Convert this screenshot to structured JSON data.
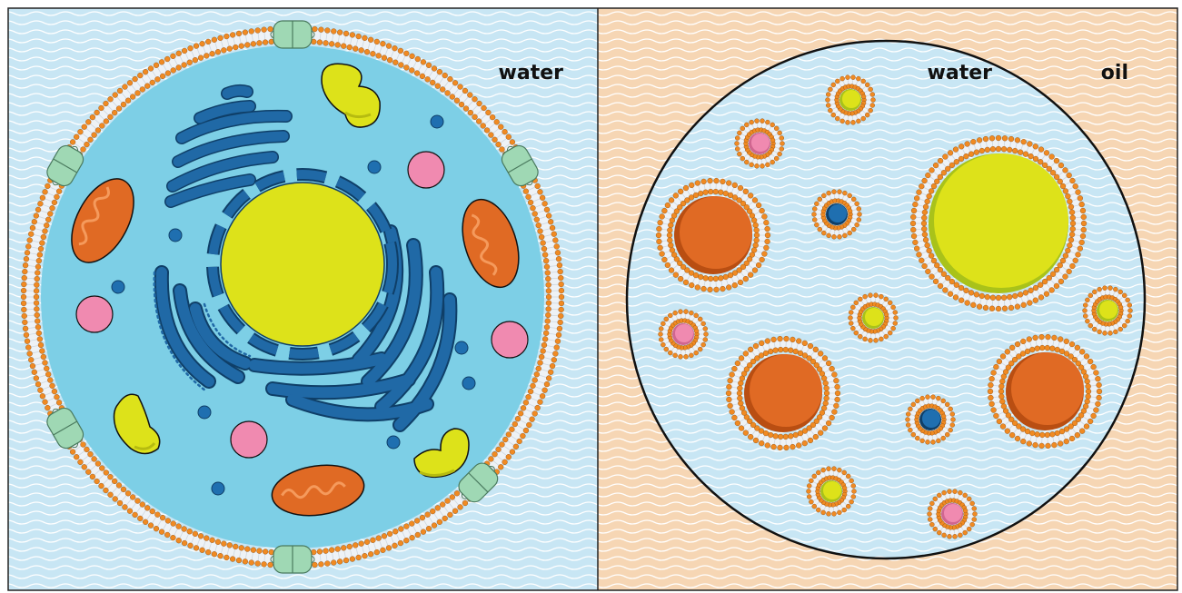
{
  "panels": [
    {
      "id": "cell",
      "labels": [
        "water"
      ]
    },
    {
      "id": "emulsion",
      "labels": [
        "water",
        "oil"
      ]
    }
  ],
  "colors": {
    "water": "#c8e6f4",
    "water_wave": "#ffffff",
    "cytoplasm": "#7dcfe6",
    "oil": "#f6d6b4",
    "lipid_head": "#f08a22",
    "membrane_line": "#cfd8e0",
    "nucleus": "#dde21a",
    "er": "#2069a6",
    "mitochondrion": "#e06a24",
    "mito_fold": "#f59a5c",
    "vesicle": "#f08ab0",
    "lysosome_small": "#1f6fb0",
    "protein_channel": "#9fd8b4",
    "golgi_green": "#c8d82a",
    "outline": "#111111"
  },
  "icons": [
    "protein-channel-icon",
    "mitochondrion-icon",
    "nucleus-icon",
    "endoplasmic-reticulum-icon",
    "vesicle-icon",
    "micelle-icon"
  ]
}
